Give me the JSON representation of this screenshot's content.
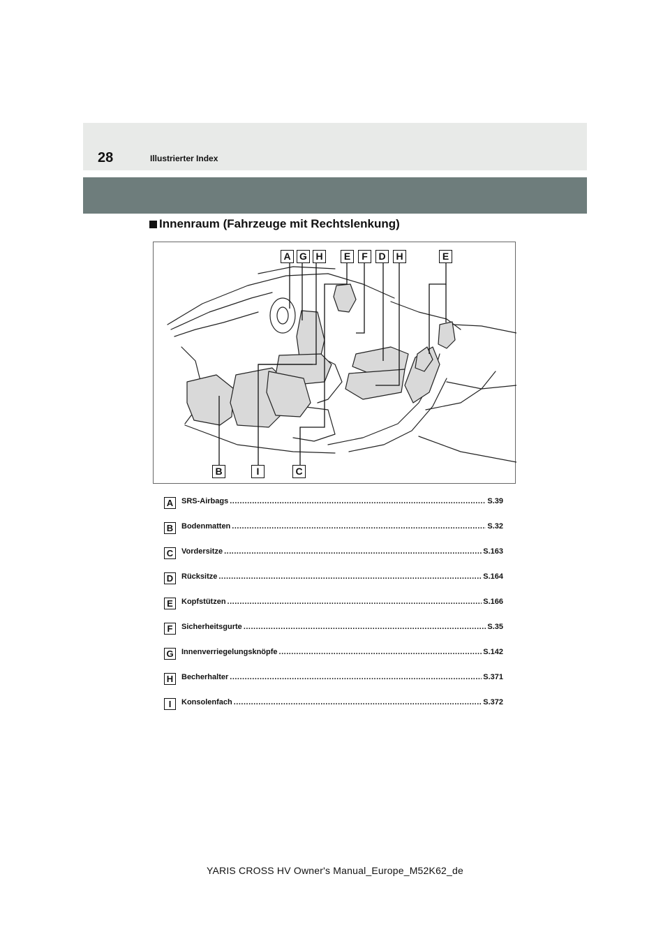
{
  "header": {
    "page_number": "28",
    "chapter_title": "Illustrierter Index"
  },
  "subsection": {
    "title": "Innenraum (Fahrzeuge mit Rechtslenkung)"
  },
  "figure": {
    "callouts_top": [
      "A",
      "G",
      "H",
      "E",
      "F",
      "D",
      "H",
      "E"
    ],
    "callouts_bottom": [
      "B",
      "I",
      "C"
    ],
    "highlight_color": "#d9d9d9"
  },
  "index": [
    {
      "letter": "A",
      "label": "SRS-Airbags",
      "page": "S.39"
    },
    {
      "letter": "B",
      "label": "Bodenmatten",
      "page": "S.32"
    },
    {
      "letter": "C",
      "label": "Vordersitze",
      "page": "S.163"
    },
    {
      "letter": "D",
      "label": "Rücksitze",
      "page": "S.164"
    },
    {
      "letter": "E",
      "label": "Kopfstützen",
      "page": "S.166"
    },
    {
      "letter": "F",
      "label": "Sicherheitsgurte",
      "page": "S.35"
    },
    {
      "letter": "G",
      "label": "Innenverriegelungsknöpfe",
      "page": "S.142"
    },
    {
      "letter": "H",
      "label": "Becherhalter",
      "page": "S.371"
    },
    {
      "letter": "I",
      "label": "Konsolenfach",
      "page": "S.372"
    }
  ],
  "footer": {
    "text": "YARIS CROSS HV Owner's Manual_Europe_M52K62_de"
  }
}
